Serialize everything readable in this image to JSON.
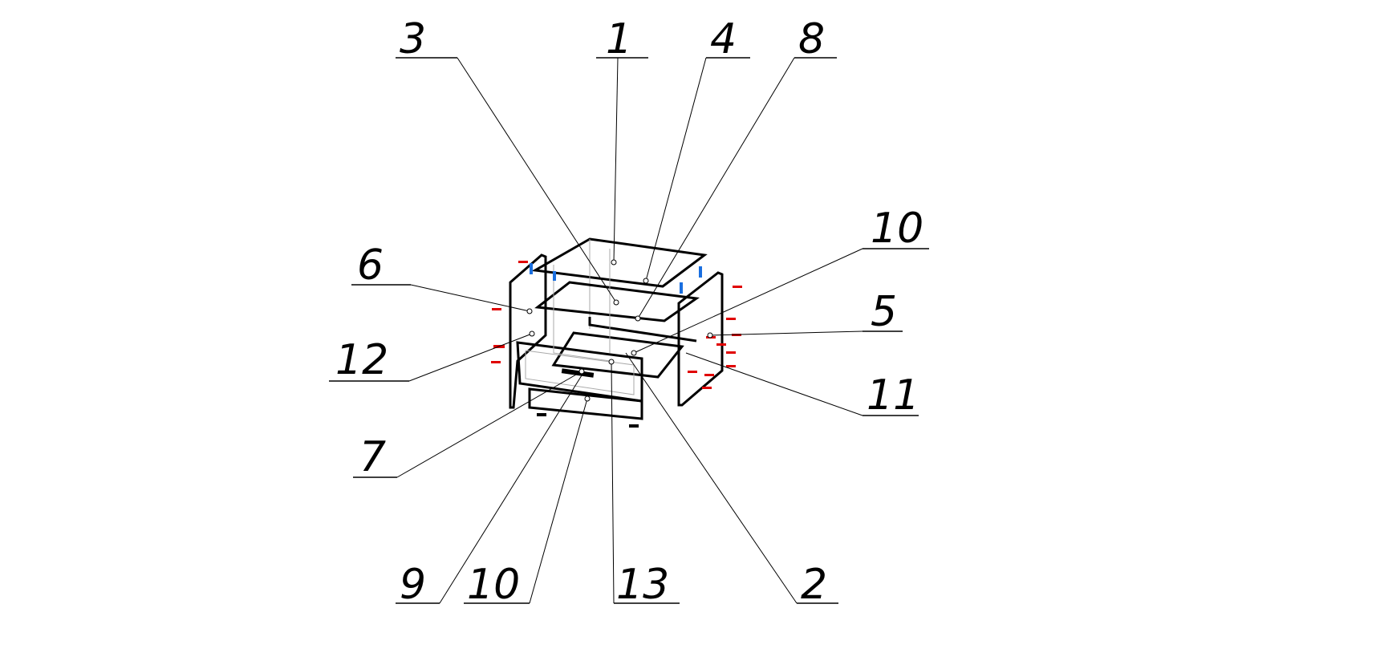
{
  "labels": [
    "3",
    "1",
    "4",
    "8",
    "10",
    "6",
    "5",
    "12",
    "11",
    "7",
    "9",
    "10",
    "13",
    "2"
  ],
  "colors": {
    "lines": "#000000",
    "fasteners": "#e00000",
    "hinges": "#1a6fe0",
    "hidden": "#aaaaaa"
  }
}
